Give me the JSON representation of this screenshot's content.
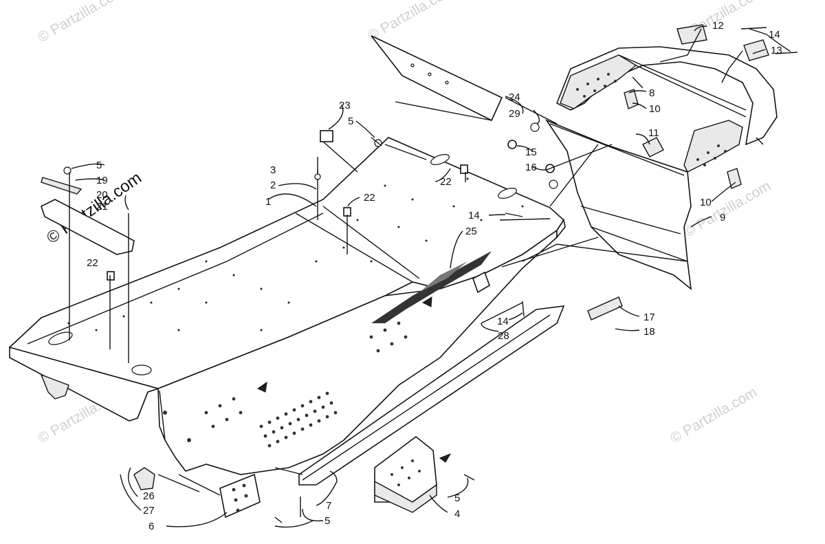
{
  "watermark": "© Partzilla.com",
  "callouts": [
    "1",
    "2",
    "3",
    "4",
    "5",
    "6",
    "7",
    "8",
    "9",
    "10",
    "11",
    "12",
    "13",
    "14",
    "15",
    "16",
    "17",
    "18",
    "19",
    "20",
    "21",
    "22",
    "23",
    "24",
    "25",
    "26",
    "27",
    "28",
    "29"
  ]
}
